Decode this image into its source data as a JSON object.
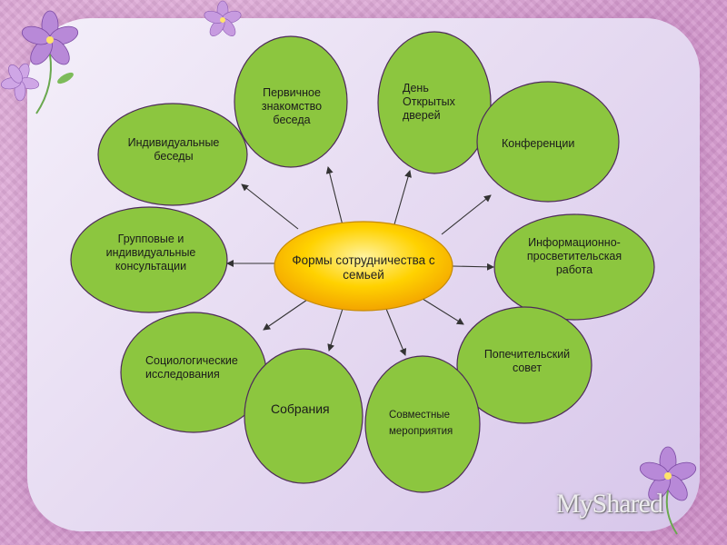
{
  "center": {
    "label": "Формы сотрудничества с семьей"
  },
  "petals": [
    {
      "id": "pervichnoe",
      "label": "Первичное знакомство беседа"
    },
    {
      "id": "den-otkrytyh",
      "label": "День Открытых дверей"
    },
    {
      "id": "konferencii",
      "label": "Конференции"
    },
    {
      "id": "individualnye",
      "label": "Индивидуальные беседы"
    },
    {
      "id": "gruppovye",
      "label": "Групповые и индивидуальные консультации"
    },
    {
      "id": "informacionno",
      "label": "Информационно-просветительская работа"
    },
    {
      "id": "sociologicheskie",
      "label": "Социологические исследования"
    },
    {
      "id": "popechitelskiy",
      "label": "Попечительский совет"
    },
    {
      "id": "sobraniya",
      "label": "Собрания"
    },
    {
      "id": "sovmestnye",
      "label": "Совместные мероприятия"
    }
  ],
  "colors": {
    "petal": "#8cc63f",
    "center": "#ffcc00",
    "panel": "#e7dcf2",
    "background": "#dca3d4"
  },
  "watermark": "MyShared"
}
